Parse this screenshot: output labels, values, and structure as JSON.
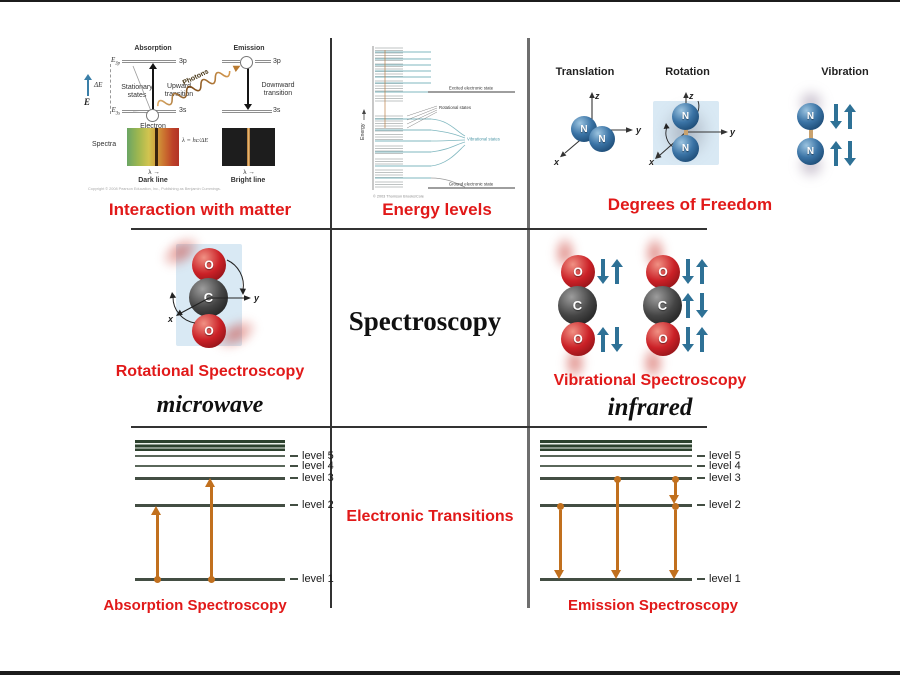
{
  "colors": {
    "caption_red": "#e11919",
    "transition_orange": "#c1701e",
    "motion_teal": "#2e7196",
    "level_green": "#434e43"
  },
  "interaction": {
    "caption": "Interaction with matter",
    "absorption_title": "Absorption",
    "emission_title": "Emission",
    "energy_symbol": "E",
    "sub_3p": "3p",
    "sub_3s": "3s",
    "state_3p": "3p",
    "state_3s": "3s",
    "delta_e": "ΔE",
    "stationary_states": "Stationary states",
    "upward_transition": "Upward transition",
    "downward_transition": "Downward transition",
    "electron_label": "Electron",
    "photons_label": "Photons",
    "spectra_label": "Spectra",
    "wavelength_formula": "λ = hc/ΔE",
    "lambda_axis": "λ →",
    "dark_line_label": "Dark line",
    "bright_line_label": "Bright line",
    "copyright": "Copyright © 2008 Pearson Education, Inc., Publishing as Benjamin Cummings."
  },
  "energy_levels": {
    "caption": "Energy levels",
    "axis_label": "Energy",
    "excited_state_label": "Excited electronic state",
    "rotational_states_label": "Rotational states",
    "vibrational_states_label": "Vibrational states",
    "ground_state_label": "Ground electronic state",
    "copyright": "© 2003 Thomson Brooks/Cole"
  },
  "degrees_of_freedom": {
    "caption": "Degrees of Freedom",
    "translation_label": "Translation",
    "rotation_label": "Rotation",
    "vibration_label": "Vibration",
    "atom_n": "N",
    "axis_x": "x",
    "axis_y": "y",
    "axis_z": "z"
  },
  "rotational_spectroscopy": {
    "caption": "Rotational Spectroscopy",
    "band": "microwave",
    "atom_o": "O",
    "atom_c": "C",
    "axis_x": "x",
    "axis_y": "y"
  },
  "center": {
    "title": "Spectroscopy"
  },
  "vibrational_spectroscopy": {
    "caption": "Vibrational Spectroscopy",
    "band": "infrared",
    "atom_o": "O",
    "atom_c": "C"
  },
  "electronic_transitions": {
    "caption": "Electronic Transitions"
  },
  "absorption_spectroscopy": {
    "caption": "Absorption Spectroscopy",
    "levels": [
      "level 5",
      "level 4",
      "level 3",
      "level 2",
      "level 1"
    ],
    "transitions": [
      "level 1 → level 2",
      "level 1 → level 3"
    ]
  },
  "emission_spectroscopy": {
    "caption": "Emission Spectroscopy",
    "levels": [
      "level 5",
      "level 4",
      "level 3",
      "level 2",
      "level 1"
    ],
    "transitions": [
      "level 2 → level 1",
      "level 3 → level 1",
      "level 3 → level 2 → level 1"
    ]
  }
}
